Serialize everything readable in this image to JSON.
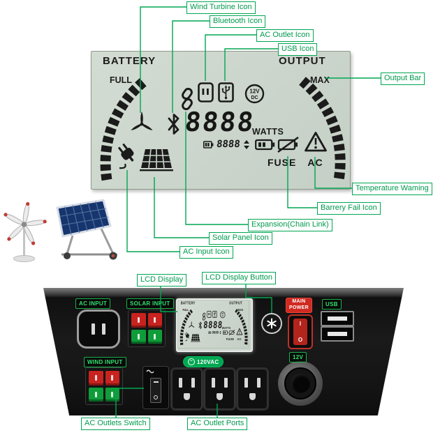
{
  "callouts": {
    "wind_turbine": "Wind Turbine Icon",
    "bluetooth": "Bluetooth Icon",
    "ac_outlet": "AC Outlet Icon",
    "usb": "USB Icon",
    "output_bar": "Output Bar",
    "temperature": "Temperature Waming",
    "battery_fail": "Barrery Fail Icon",
    "expansion": "Expansion(Chain Link)",
    "solar_panel": "Solar Panel Icon",
    "ac_input": "AC Input Icon",
    "lcd_display": "LCD Display",
    "lcd_button": "LCD Display Button",
    "ac_outlets_switch": "AC Outlets Switch",
    "ac_outlet_ports": "AC Outlet Ports"
  },
  "lcd": {
    "battery_label": "BATTERY",
    "output_label": "OUTPUT",
    "full_label": "FULL",
    "max_label": "MAX",
    "watts_value": "8888",
    "watts_unit": "WATTS",
    "sub_value": "8888",
    "fuse_label": "FUSE",
    "fuse_ac_label": "AC",
    "dc_icon_line1": "12V",
    "dc_icon_line2": "DC"
  },
  "panel": {
    "ac_input_label": "AC INPUT",
    "solar_input_label": "SOLAR INPUT",
    "wind_input_label": "WIND INPUT",
    "main_power_line1": "MAIN",
    "main_power_line2": "POWER",
    "usb_label": "USB",
    "vac_label": "120VAC",
    "dc_socket_label": "12V",
    "power_switch_on": "I",
    "power_switch_off": "O"
  },
  "colors": {
    "callout_green": "#00a651",
    "alert_red": "#cf2a21",
    "lcd_background": "#cbd5cb"
  }
}
